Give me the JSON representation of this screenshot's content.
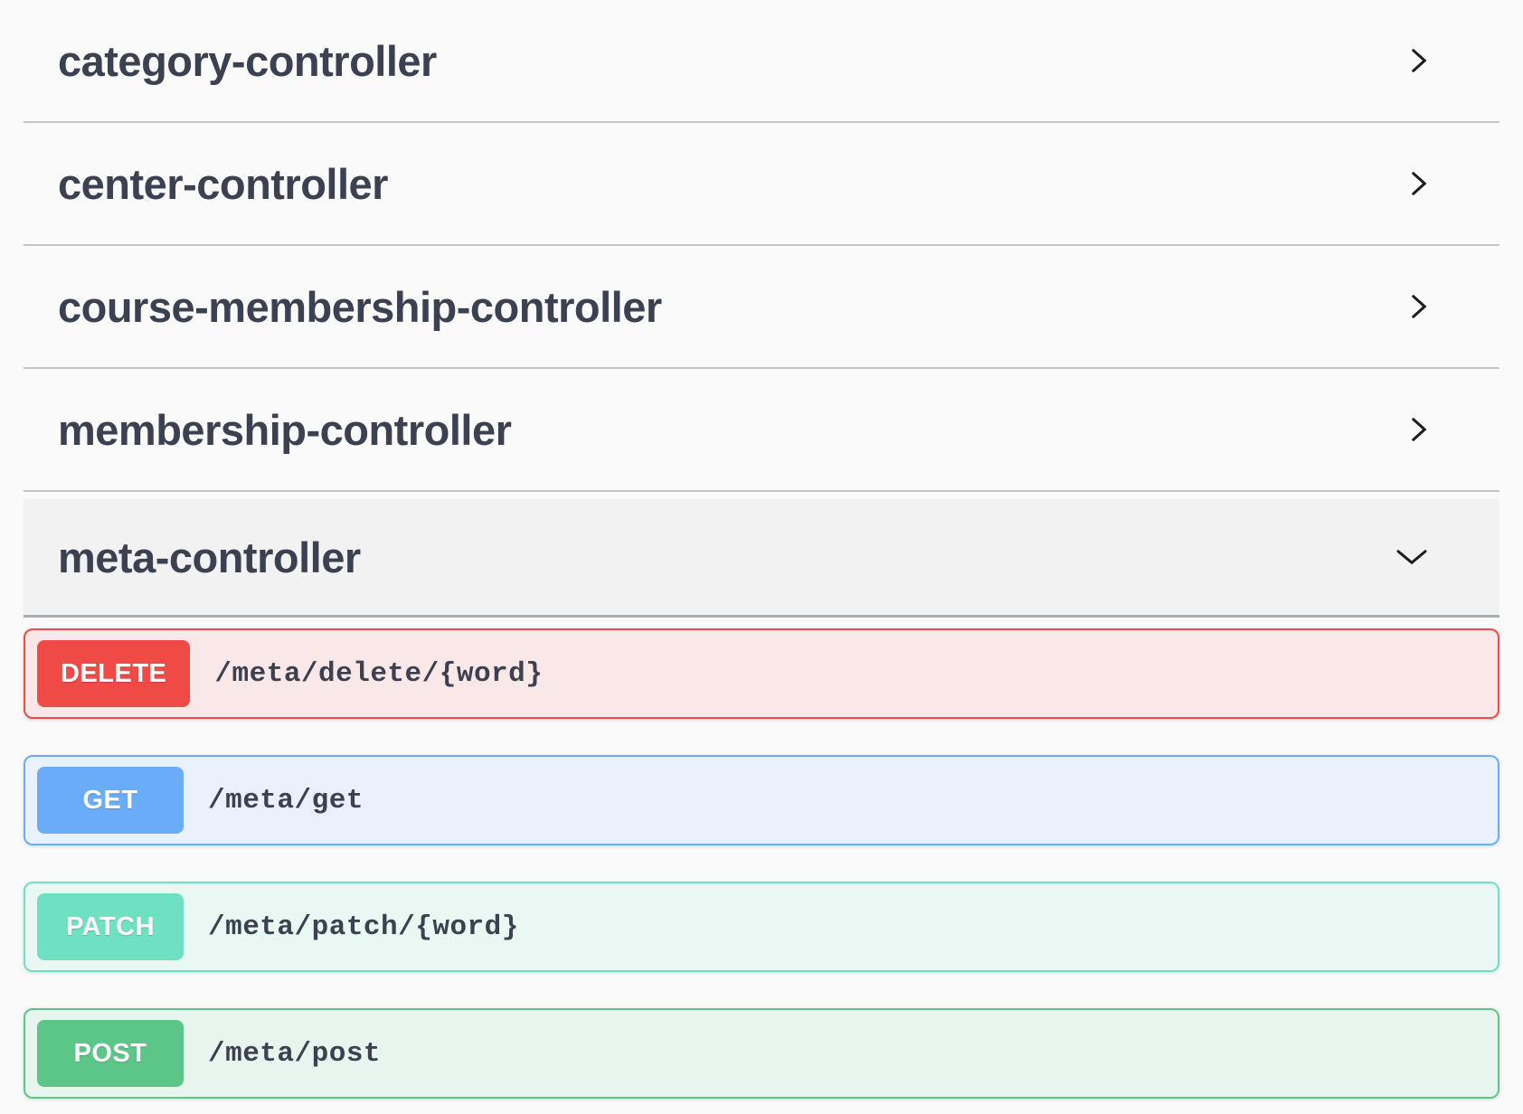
{
  "page": {
    "background_color": "#fafafa",
    "text_color": "#3b4151"
  },
  "controllers": [
    {
      "name": "category-controller",
      "expanded": false,
      "icon": "chevron-right-icon"
    },
    {
      "name": "center-controller",
      "expanded": false,
      "icon": "chevron-right-icon"
    },
    {
      "name": "course-membership-controller",
      "expanded": false,
      "icon": "chevron-right-icon"
    },
    {
      "name": "membership-controller",
      "expanded": false,
      "icon": "chevron-right-icon"
    },
    {
      "name": "meta-controller",
      "expanded": true,
      "icon": "chevron-down-icon"
    }
  ],
  "operations": [
    {
      "method": "DELETE",
      "path": "/meta/delete/{word}",
      "color": "#f04a47",
      "bg": "#fae8e8"
    },
    {
      "method": "GET",
      "path": "/meta/get",
      "color": "#6aacf8",
      "bg": "#e9f1fc"
    },
    {
      "method": "PATCH",
      "path": "/meta/patch/{word}",
      "color": "#6fe0c2",
      "bg": "#e9f8f3"
    },
    {
      "method": "POST",
      "path": "/meta/post",
      "color": "#5cc689",
      "bg": "#e8f5ee"
    }
  ]
}
